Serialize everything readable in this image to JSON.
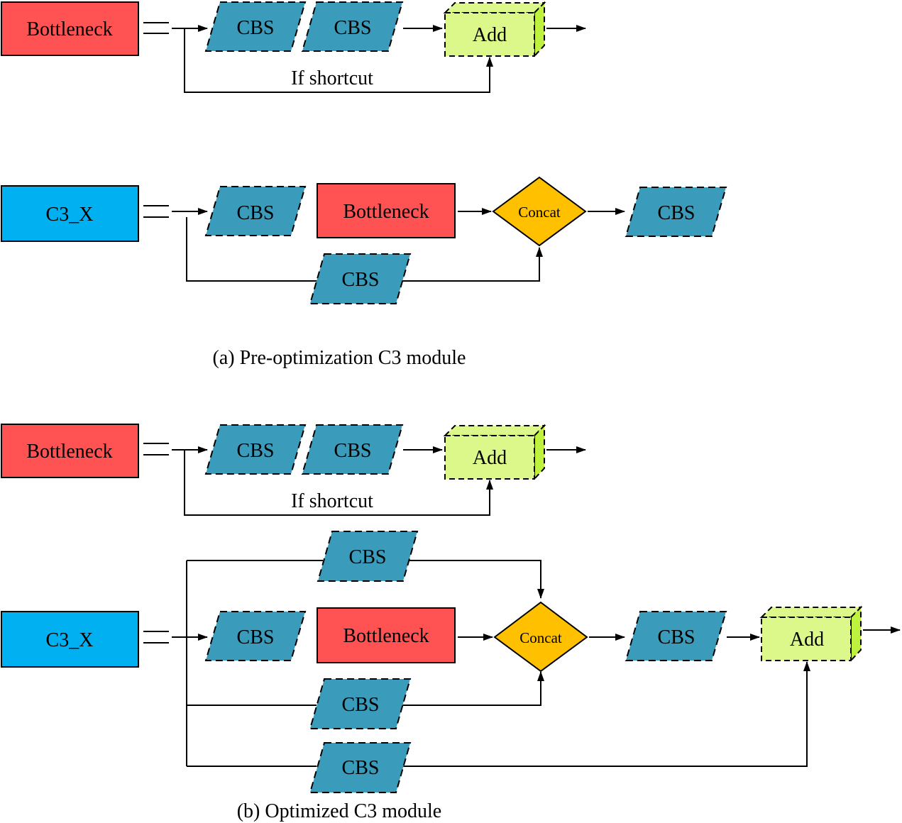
{
  "colors": {
    "bottleneck_fill": "#ff5252",
    "c3x_fill": "#00b0f0",
    "cbs_fill": "#3a9bbb",
    "add_fill": "#ddf88a",
    "add_side": "#bff23e",
    "concat_fill": "#ffc000",
    "line": "#000000"
  },
  "labels": {
    "bottleneck": "Bottleneck",
    "c3x": "C3_X",
    "cbs": "CBS",
    "add": "Add",
    "concat": "Concat",
    "if_shortcut": "If shortcut"
  },
  "panel_a": {
    "caption": "(a) Pre-optimization C3 module"
  },
  "panel_b": {
    "caption": "(b) Optimized C3 module"
  }
}
